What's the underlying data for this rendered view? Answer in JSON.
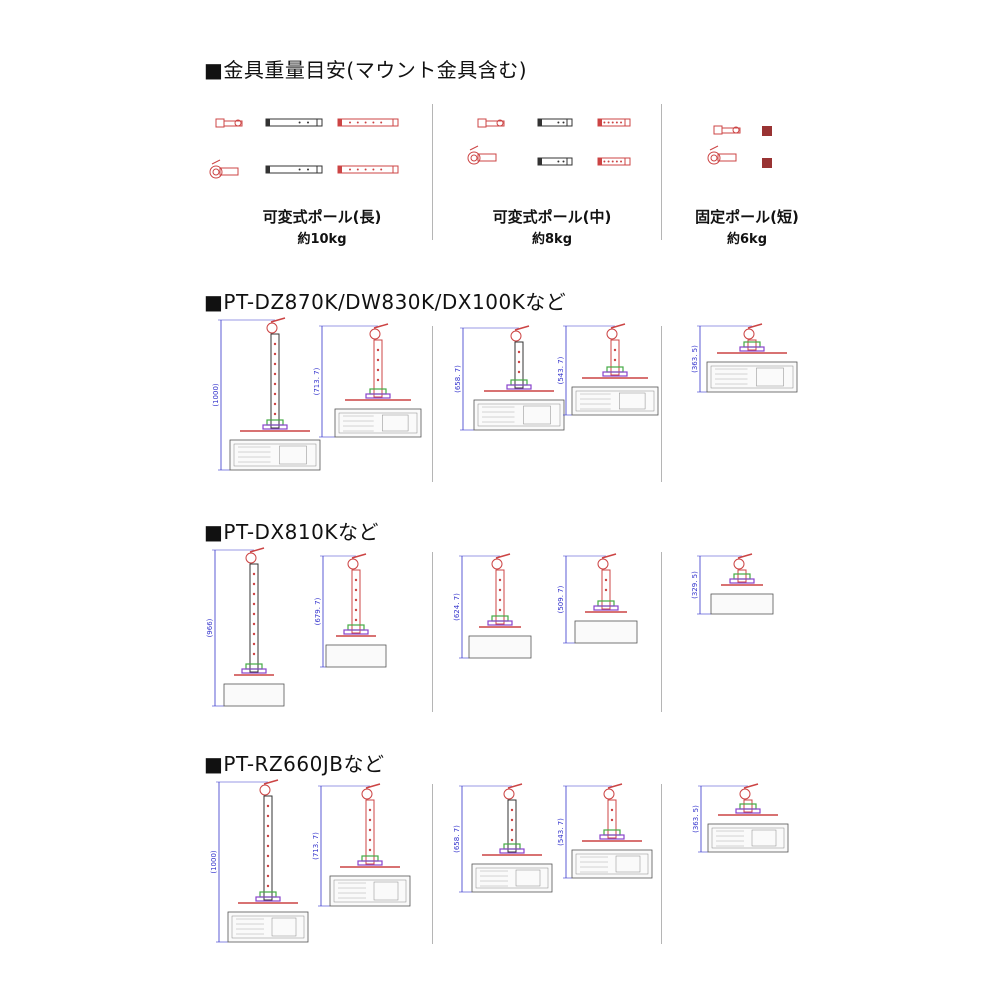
{
  "weights": {
    "heading": "■金具重量目安(マウント金具含む)",
    "items": [
      {
        "name": "可変式ポール(長)",
        "weight": "約10kg"
      },
      {
        "name": "可変式ポール(中)",
        "weight": "約8kg"
      },
      {
        "name": "固定ポール(短)",
        "weight": "約6kg"
      }
    ]
  },
  "sections": [
    {
      "heading": "■PT-DZ870K/DW830K/DX100Kなど",
      "dims": [
        "(1000)",
        "(713. 7)",
        "(658. 7)",
        "(543. 7)",
        "(363. 5)"
      ]
    },
    {
      "heading": "■PT-DX810Kなど",
      "dims": [
        "(966)",
        "(679. 7)",
        "(624. 7)",
        "(509. 7)",
        "(329. 5)"
      ]
    },
    {
      "heading": "■PT-RZ660JBなど",
      "dims": [
        "(1000)",
        "(713. 7)",
        "(658. 7)",
        "(543. 7)",
        "(363. 5)"
      ]
    }
  ],
  "colors": {
    "pole_red": "#cc4444",
    "pole_dark": "#333333",
    "dimension_blue": "#3333cc",
    "divider": "#b5b5b5",
    "bracket_green": "#44aa44",
    "bracket_purple": "#8844cc"
  }
}
